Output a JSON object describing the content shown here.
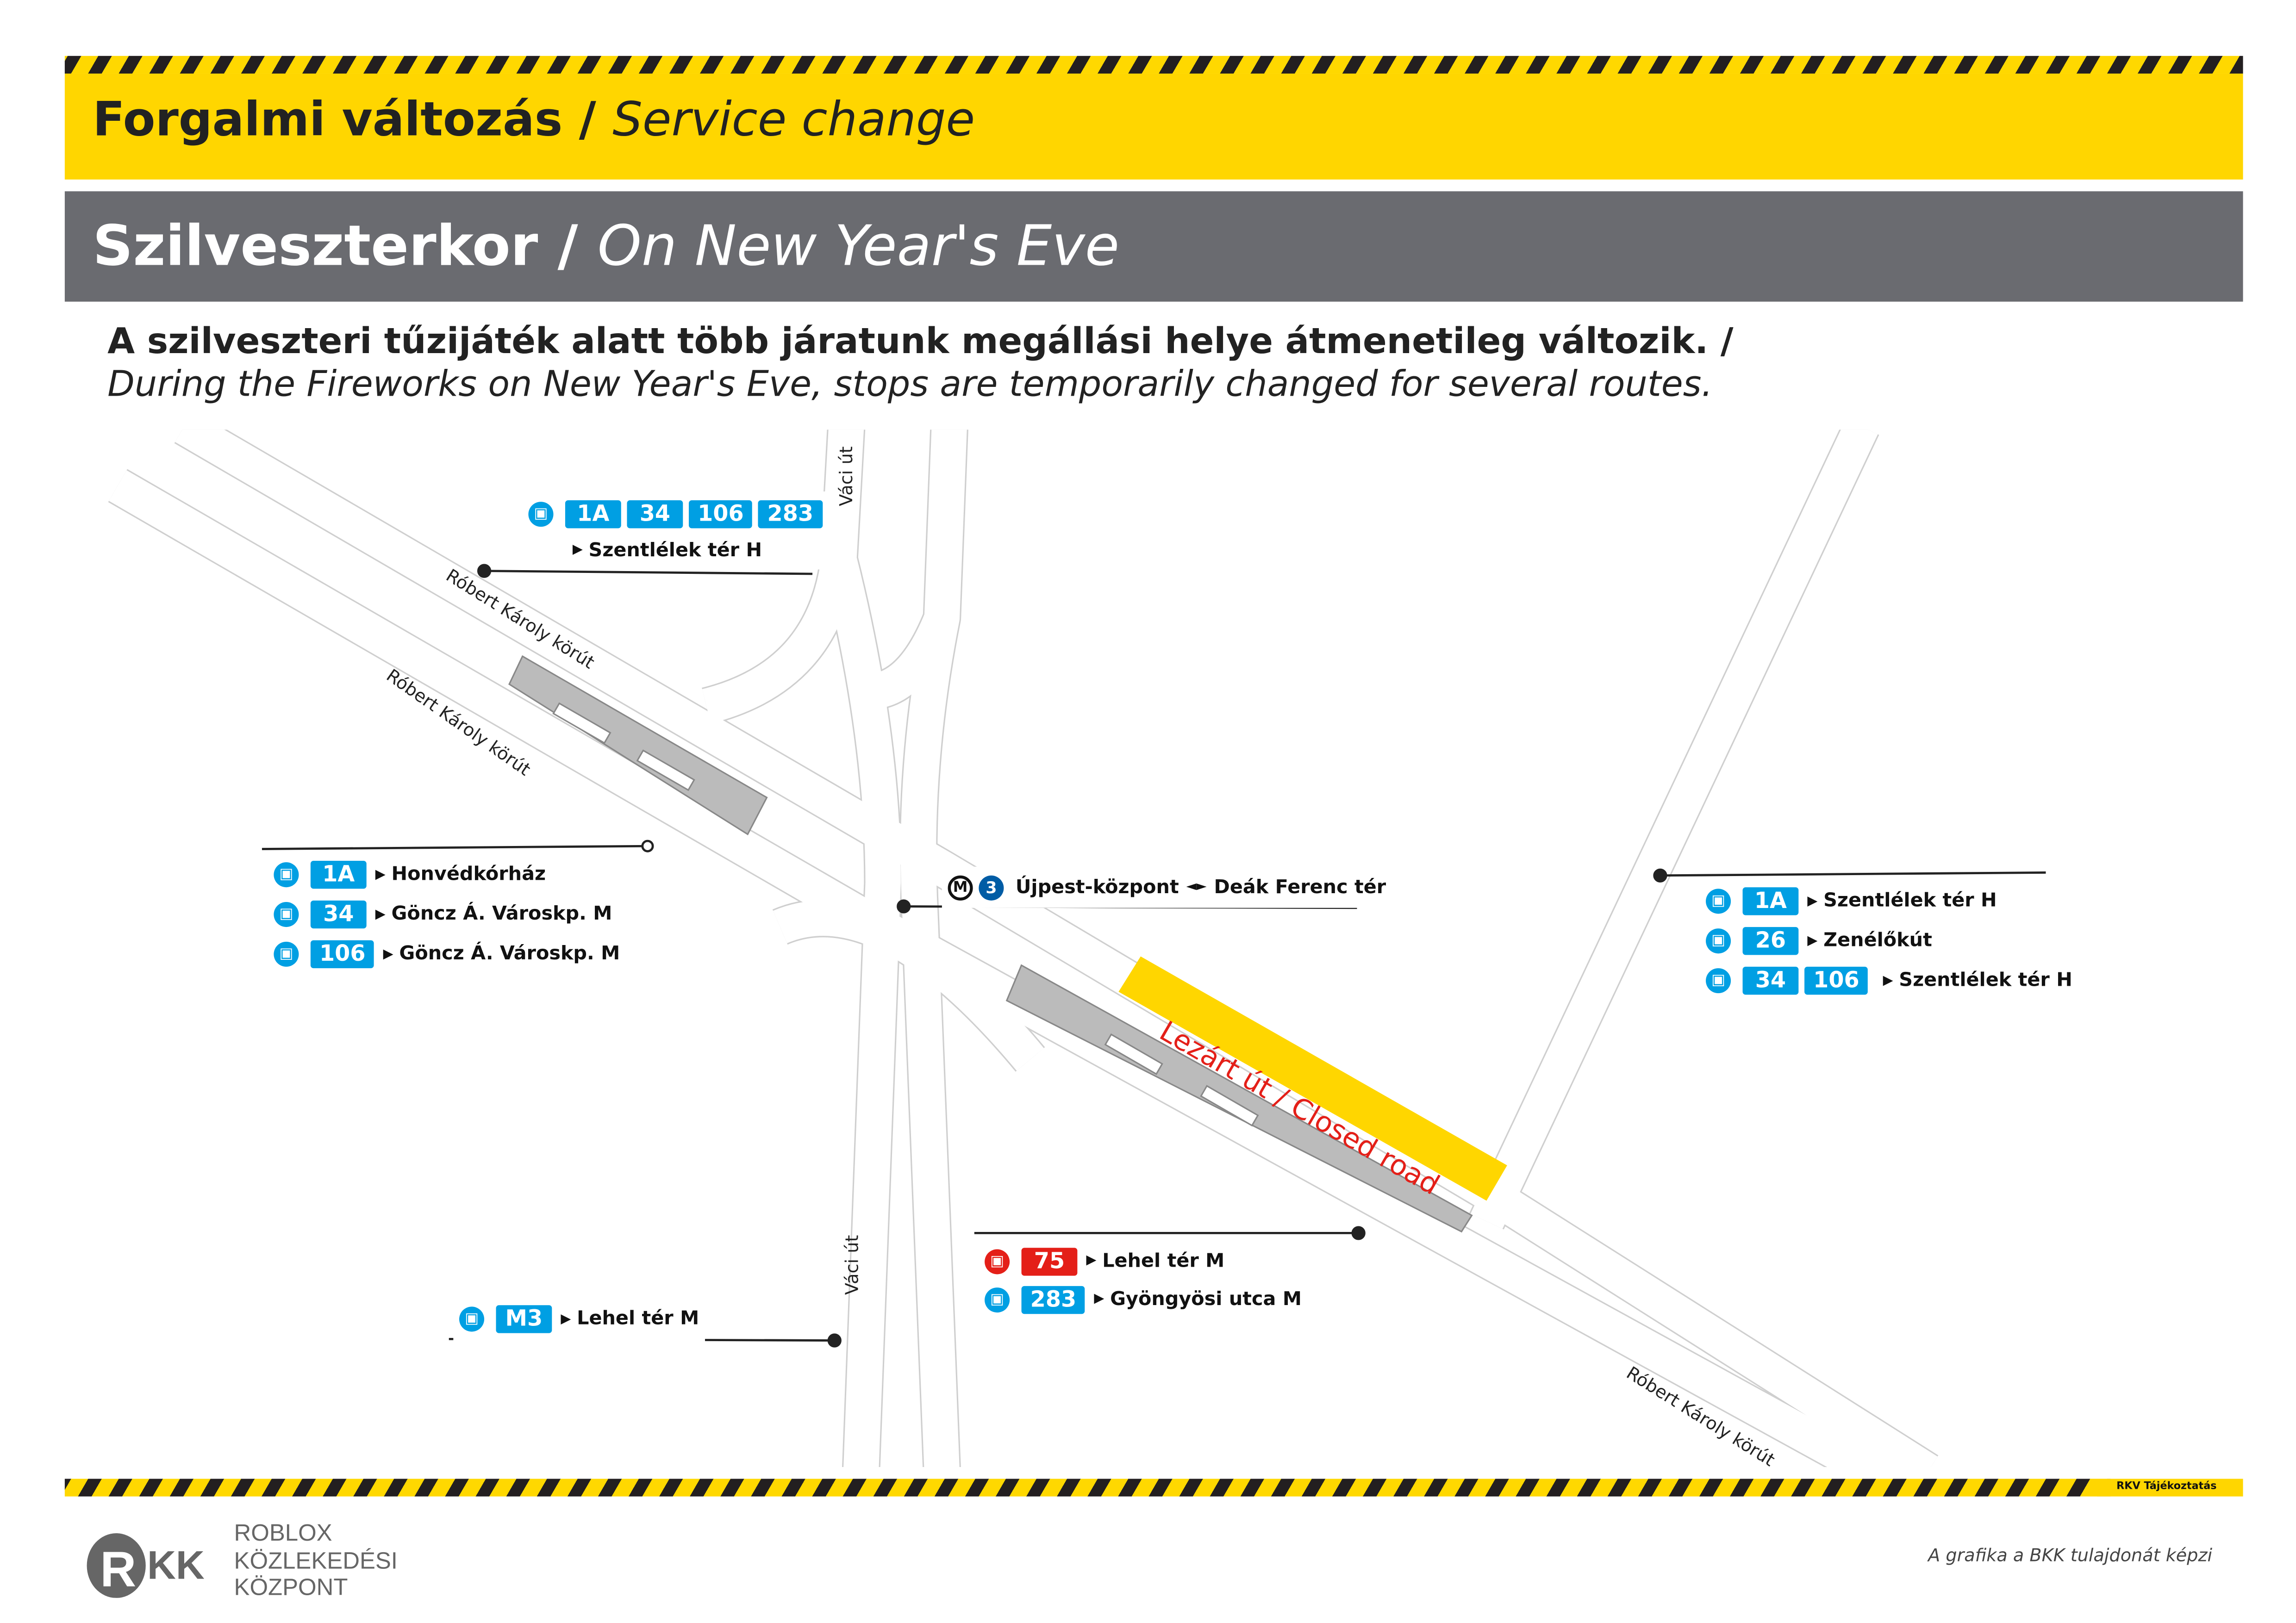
{
  "header": {
    "title_hu": "Forgalmi változás",
    "separator": "/",
    "title_en": "Service change"
  },
  "subheader": {
    "title_hu": "Szilveszterkor",
    "separator": "/",
    "title_en": "On New Year's Eve"
  },
  "intro": {
    "hu": "A szilveszteri tűzijáték alatt több járatunk megállási helye átmenetileg változik. /",
    "en": "During the Fireworks on New Year's Eve, stops are temporarily changed for several routes."
  },
  "streets": {
    "robert1": "Róbert Károly körút",
    "robert2": "Róbert Károly körút",
    "robert3": "Róbert Károly körút",
    "vaci1": "Váci út",
    "vaci2": "Váci út"
  },
  "closed_road": "Lezárt út / Closed road",
  "stops": {
    "top": {
      "routes": [
        "1A",
        "34",
        "106",
        "283"
      ],
      "dest": "Szentlélek tér H"
    },
    "left": [
      {
        "route": "1A",
        "dest": "Honvédkórház"
      },
      {
        "route": "34",
        "dest": "Göncz Á. Városkp. M"
      },
      {
        "route": "106",
        "dest": "Göncz Á. Városkp. M"
      }
    ],
    "metro": {
      "line": "3",
      "from": "Újpest-központ",
      "arrow": "◄►",
      "to": "Deák Ferenc tér"
    },
    "right": [
      {
        "routes": [
          "1A"
        ],
        "dest": "Szentlélek tér H"
      },
      {
        "routes": [
          "26"
        ],
        "dest": "Zenélőkút"
      },
      {
        "routes": [
          "34",
          "106"
        ],
        "dest": "Szentlélek tér H"
      }
    ],
    "bottom": [
      {
        "route": "75",
        "type": "tram",
        "dest": "Lehel tér M"
      },
      {
        "route": "283",
        "type": "bus",
        "dest": "Gyöngyösi utca M"
      }
    ],
    "m3": {
      "route": "M3",
      "dest": "Lehel tér M"
    }
  },
  "footer": {
    "tag": "RKV Tájékoztatás",
    "logo": "RKK",
    "org": [
      "ROBLOX",
      "KÖZLEKEDÉSI",
      "KÖZPONT"
    ],
    "credit": "A grafika a BKK tulajdonát képzi"
  },
  "colors": {
    "yellow": "#ffd600",
    "grey": "#6a6b70",
    "bus": "#009fe3",
    "tram": "#e41f18",
    "metro": "#005ca5"
  }
}
